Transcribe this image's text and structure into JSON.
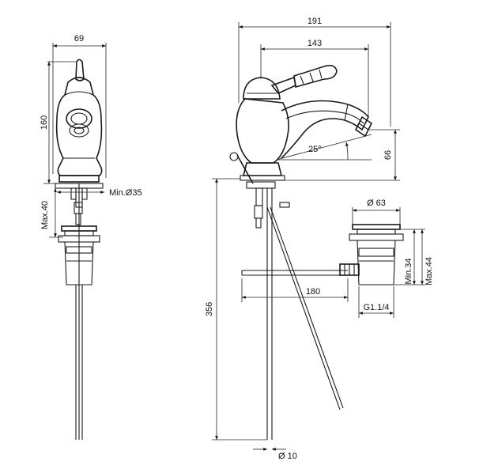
{
  "dimensions": {
    "front_width": "69",
    "front_height": "160",
    "max_40": "Max.40",
    "min_hole": "Min.Ø35",
    "overall_length": "191",
    "spout_reach": "143",
    "spout_angle": "25°",
    "spout_height": "66",
    "overall_height": "356",
    "rod_diameter": "Ø 10",
    "rod_length": "180",
    "waste_diameter": "Ø 63",
    "min_34": "Min.34",
    "max_44": "Max.44",
    "thread": "G1.1/4"
  }
}
